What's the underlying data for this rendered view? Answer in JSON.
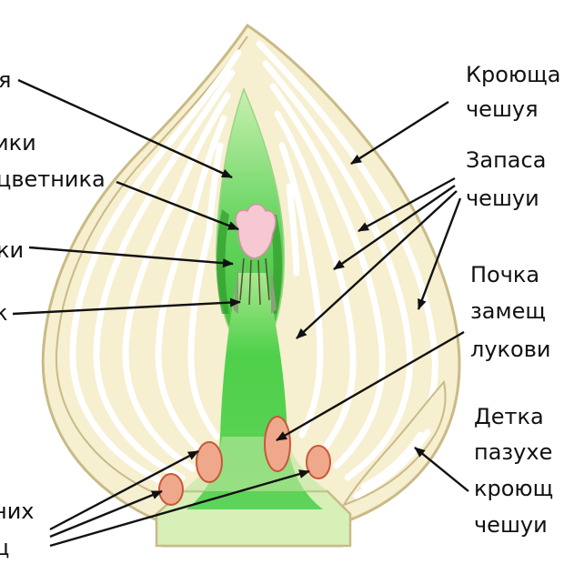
{
  "labels": {
    "left": {
      "l1": "я",
      "l2": "ики",
      "l3": "цветника",
      "l4": "ки",
      "l5": "к",
      "l6": "них",
      "l7": "ц"
    },
    "right": {
      "covering_1": "Кроюща",
      "covering_2": "чешуя",
      "storage_1": "Запаса",
      "storage_2": "чешуи",
      "bud_1": "Почка",
      "bud_2": "замещ",
      "bud_3": "лукови",
      "baby_1": "Детка",
      "baby_2": "пазухе",
      "baby_3": "кроющ",
      "baby_4": "чешуи"
    }
  },
  "colors": {
    "scale_fill": "#f6efd0",
    "scale_outline": "#c9ba86",
    "stem_green": "#4fd04a",
    "stem_green_light": "#b6eaa0",
    "bottom_base": "#d7f0b8",
    "bud": "#f0a88c",
    "bud_outline": "#c45a3a",
    "flower_pink": "#f5c8d2",
    "text": "#111111"
  }
}
